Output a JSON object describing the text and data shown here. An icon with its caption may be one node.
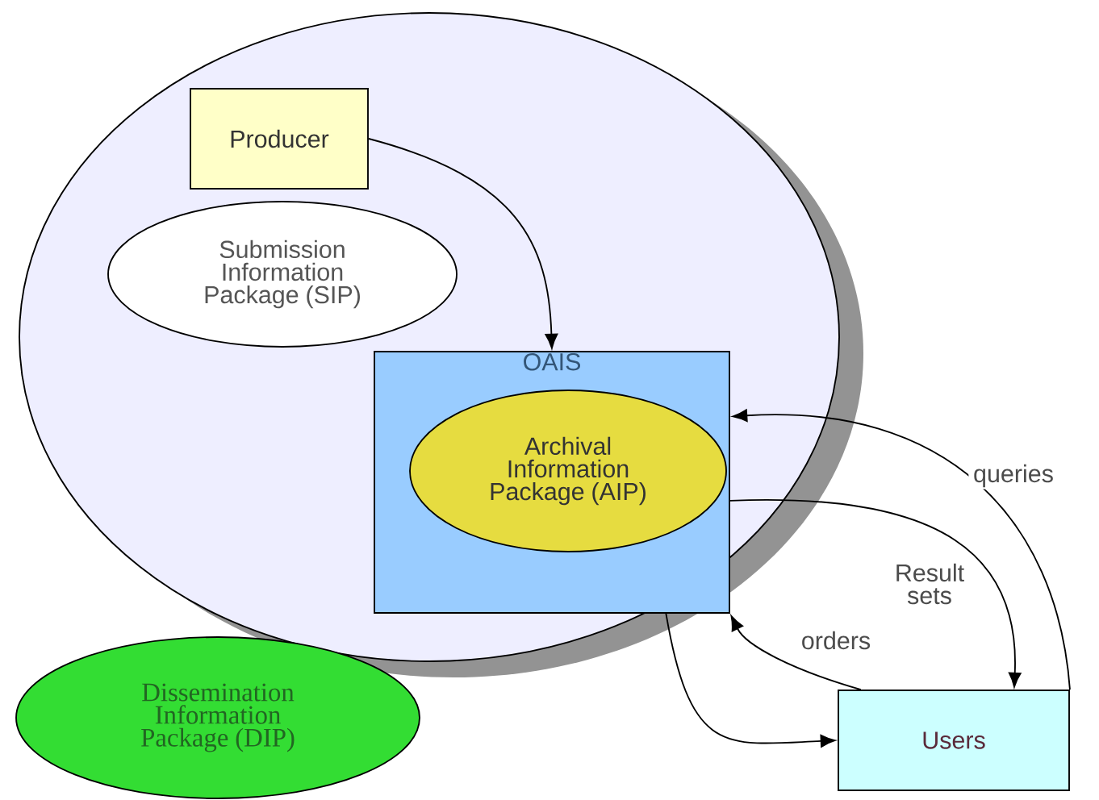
{
  "diagram": {
    "nodes": [
      {
        "text": [],
        "shape": "circle"
      },
      {
        "text": [
          "Producer"
        ],
        "in": 0
      },
      {
        "text": [
          "Submission Information Package (SIP)"
        ],
        "in": 0
      },
      {
        "text": [
          "OAIS"
        ],
        "in": 0
      },
      {
        "text": [
          "Archival Information Package (AIP)"
        ],
        "in": 3
      },
      {
        "text": [
          "Dissemination Information Package (DIP)"
        ]
      },
      {
        "text": [
          "Users"
        ]
      }
    ],
    "edges": [
      {
        "from": 1,
        "to": 3,
        "arrow": "to"
      },
      {
        "from": 3,
        "to": 6,
        "arrow": "to"
      },
      {
        "from": 6,
        "to": 3,
        "arrow": "to",
        "label": "queries"
      },
      {
        "from": 3,
        "to": 6,
        "arrow": "to",
        "label": "Result sets"
      },
      {
        "from": 6,
        "to": 3,
        "arrow": "to",
        "label": "orders"
      }
    ]
  }
}
